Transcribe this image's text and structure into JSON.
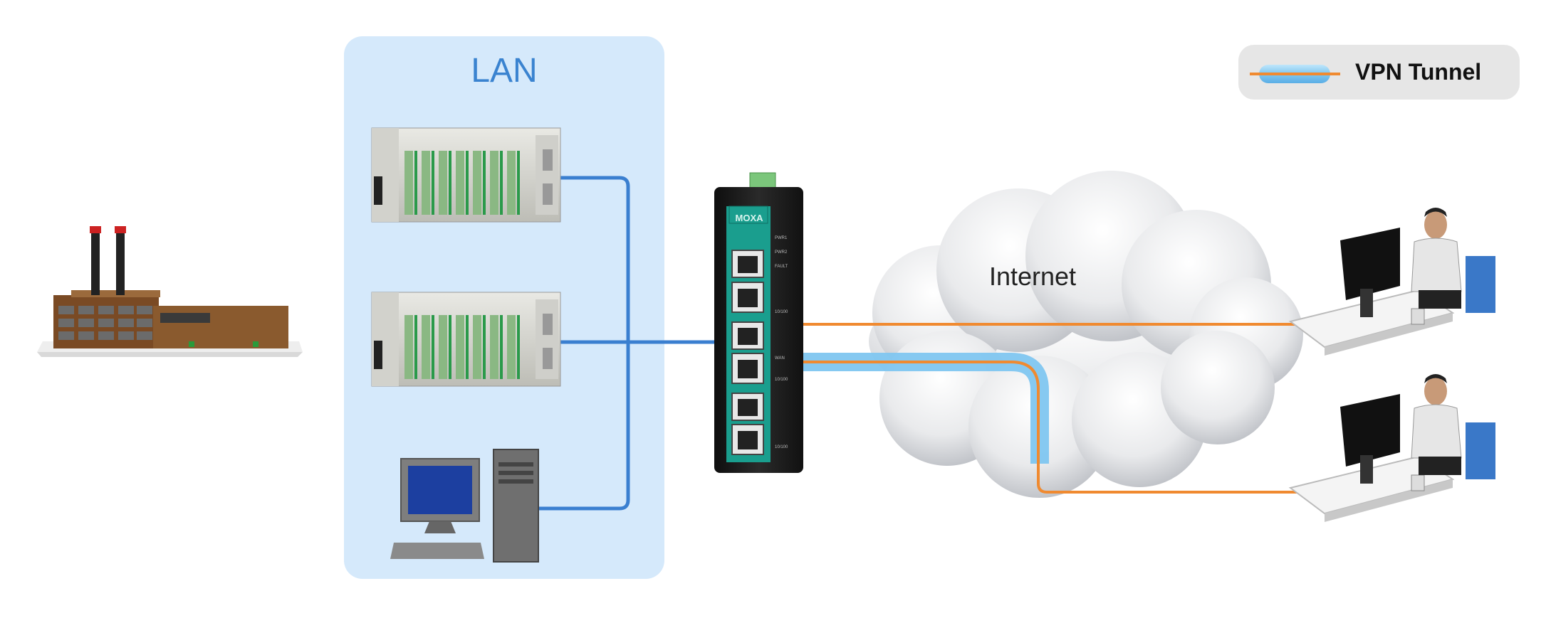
{
  "lan": {
    "title": "LAN"
  },
  "internet": {
    "label": "Internet"
  },
  "legend": {
    "label": "VPN Tunnel"
  },
  "router": {
    "brand": "MOXA",
    "port_labels": [
      "PWR1",
      "PWR2",
      "FAULT",
      "10/100",
      "WAN",
      "10/100",
      "10/100"
    ]
  },
  "colors": {
    "lan_panel": "#d5e9fb",
    "lan_link": "#3a7fd0",
    "tunnel": "#8fd0f5",
    "vpn_line": "#f08a30",
    "router_accent": "#1a9e8e",
    "legend_bg": "#e6e6e6"
  },
  "icons": [
    "factory-icon",
    "io-module-icon",
    "desktop-computer-icon",
    "industrial-router-icon",
    "cloud-icon",
    "remote-operator-icon"
  ]
}
